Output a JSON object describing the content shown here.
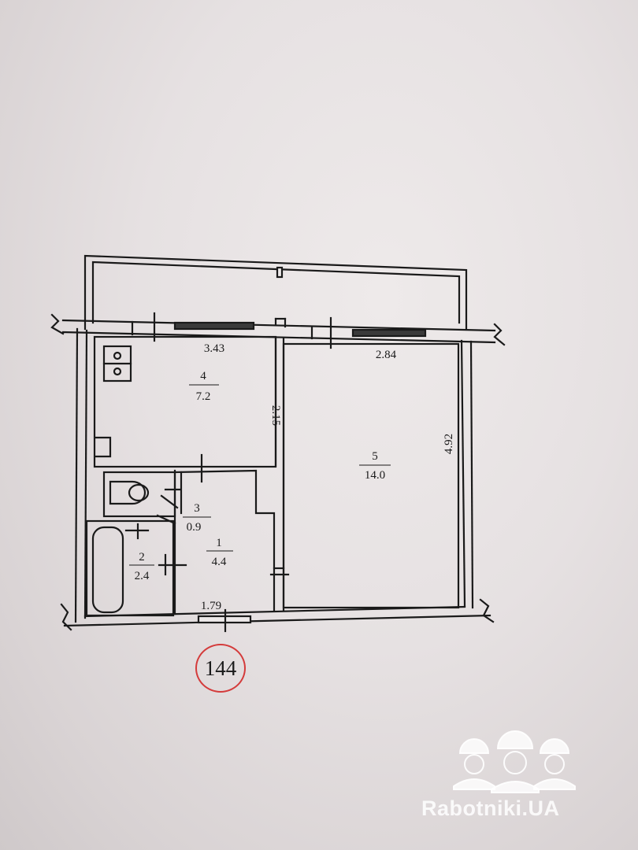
{
  "plan_number": "144",
  "rooms": [
    {
      "id": "1",
      "area": "4.4"
    },
    {
      "id": "2",
      "area": "2.4"
    },
    {
      "id": "3",
      "area": "0.9"
    },
    {
      "id": "4",
      "area": "7.2"
    },
    {
      "id": "5",
      "area": "14.0"
    }
  ],
  "dimensions": {
    "kitchen_width": "3.43",
    "room_width": "2.84",
    "kitchen_depth": "2.15",
    "room_depth": "4.92",
    "hall_width": "1.79"
  },
  "watermark": {
    "text": "Rabotniki.UA",
    "icon": "workers-helmet-icon"
  },
  "colors": {
    "ink": "#1a1a1a",
    "circle": "#d43b3b",
    "paper": "#e6e1e2"
  }
}
